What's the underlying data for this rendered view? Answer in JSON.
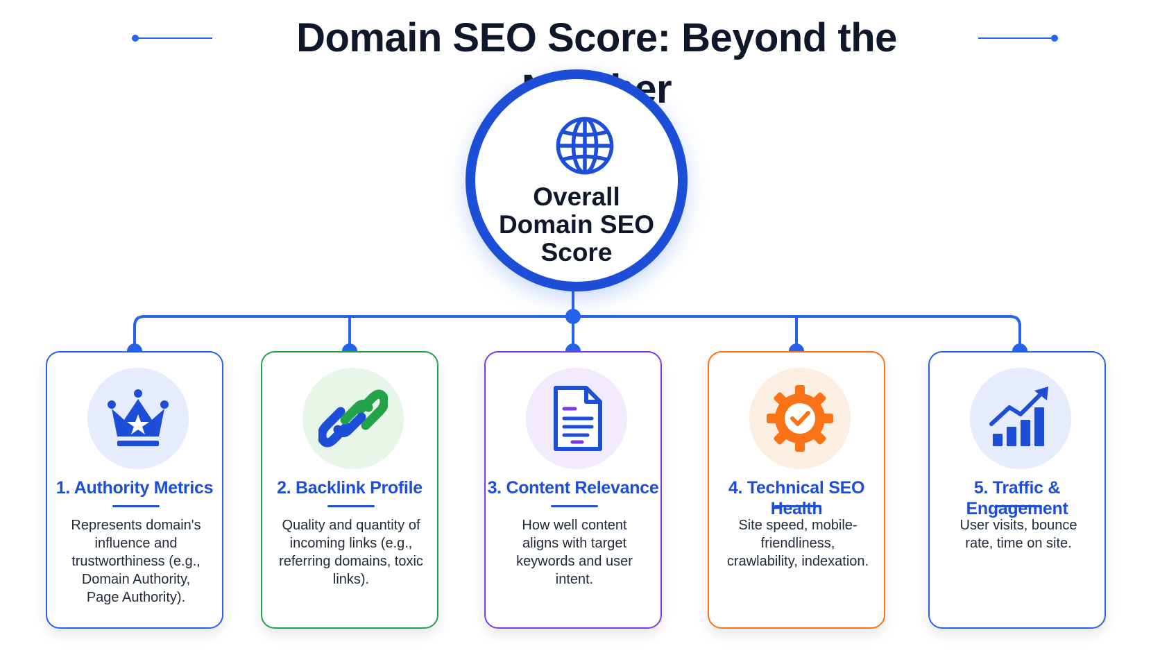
{
  "title": "Domain SEO Score: Beyond the Number",
  "center": {
    "label": "Overall Domain SEO Score",
    "icon": "globe-icon"
  },
  "colors": {
    "primary": "#1d4ed8",
    "connector": "#2563eb",
    "green": "#22a34a",
    "purple": "#7c3aed",
    "orange": "#f97316"
  },
  "cards": [
    {
      "title": "1. Authority Metrics",
      "description": "Represents domain's influence and trustworthiness (e.g., Domain Authority, Page Authority).",
      "icon": "crown-icon",
      "border_color": "#2563eb"
    },
    {
      "title": "2. Backlink Profile",
      "description": "Quality and quantity of incoming links (e.g., referring domains, toxic links).",
      "icon": "link-icon",
      "border_color": "#22a34a"
    },
    {
      "title": "3. Content Relevance",
      "description": "How well content aligns with target keywords and user intent.",
      "icon": "document-icon",
      "border_color": "#7c3aed"
    },
    {
      "title": "4. Technical SEO Health",
      "description": "Site speed, mobile-friendliness, crawlability, indexation.",
      "icon": "gear-check-icon",
      "border_color": "#f97316"
    },
    {
      "title": "5. Traffic & Engagement",
      "description": "User visits, bounce rate, time on site.",
      "icon": "growth-chart-icon",
      "border_color": "#2563eb"
    }
  ]
}
